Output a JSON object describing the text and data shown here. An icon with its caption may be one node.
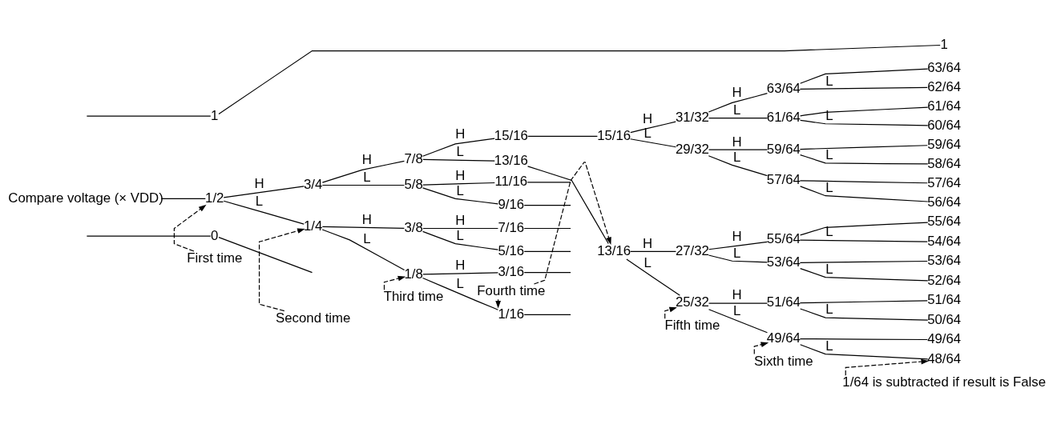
{
  "diagram": {
    "nodes": [
      {
        "text": [
          "1"
        ]
      },
      {
        "text": [
          "1"
        ]
      },
      {
        "text": [
          "Compare voltage (× VDD)"
        ]
      },
      {
        "text": [
          "1/2"
        ]
      },
      {
        "text": [
          "3/4"
        ]
      },
      {
        "text": [
          "1/4"
        ]
      },
      {
        "text": [
          "7/8"
        ]
      },
      {
        "text": [
          "5/8"
        ]
      },
      {
        "text": [
          "3/8"
        ]
      },
      {
        "text": [
          "1/8"
        ]
      },
      {
        "text": [
          "15/16"
        ]
      },
      {
        "text": [
          "13/16"
        ]
      },
      {
        "text": [
          "11/16"
        ]
      },
      {
        "text": [
          "9/16"
        ]
      },
      {
        "text": [
          "7/16"
        ]
      },
      {
        "text": [
          "5/16"
        ]
      },
      {
        "text": [
          "3/16"
        ]
      },
      {
        "text": [
          "1/16"
        ]
      },
      {
        "text": [
          "0"
        ]
      },
      {
        "text": [
          "15/16"
        ]
      },
      {
        "text": [
          "13/16"
        ]
      },
      {
        "text": [
          "31/32"
        ]
      },
      {
        "text": [
          "29/32"
        ]
      },
      {
        "text": [
          "27/32"
        ]
      },
      {
        "text": [
          "25/32"
        ]
      },
      {
        "text": [
          "63/64"
        ]
      },
      {
        "text": [
          "61/64"
        ]
      },
      {
        "text": [
          "59/64"
        ]
      },
      {
        "text": [
          "57/64"
        ]
      },
      {
        "text": [
          "55/64"
        ]
      },
      {
        "text": [
          "53/64"
        ]
      },
      {
        "text": [
          "51/64"
        ]
      },
      {
        "text": [
          "49/64"
        ]
      },
      {
        "text": [
          "63/64"
        ]
      },
      {
        "text": [
          "62/64"
        ]
      },
      {
        "text": [
          "61/64"
        ]
      },
      {
        "text": [
          "60/64"
        ]
      },
      {
        "text": [
          "59/64"
        ]
      },
      {
        "text": [
          "58/64"
        ]
      },
      {
        "text": [
          "57/64"
        ]
      },
      {
        "text": [
          "56/64"
        ]
      },
      {
        "text": [
          "55/64"
        ]
      },
      {
        "text": [
          "54/64"
        ]
      },
      {
        "text": [
          "53/64"
        ]
      },
      {
        "text": [
          "52/64"
        ]
      },
      {
        "text": [
          "51/64"
        ]
      },
      {
        "text": [
          "50/64"
        ]
      },
      {
        "text": [
          "49/64"
        ]
      },
      {
        "text": [
          "48/64"
        ]
      },
      {
        "text": [
          "First time"
        ]
      },
      {
        "text": [
          "Second time"
        ]
      },
      {
        "text": [
          "Third time"
        ]
      },
      {
        "text": [
          "Fourth time"
        ]
      },
      {
        "text": [
          "Fifth time"
        ]
      },
      {
        "text": [
          "Sixth time"
        ]
      },
      {
        "text": [
          "1/64 is subtracted if result is False"
        ]
      }
    ],
    "edges": [
      {
        "from": null,
        "to": 0,
        "arrow": "none"
      },
      {
        "from": 0,
        "to": 1,
        "arrow": "none"
      },
      {
        "from": 2,
        "to": 3,
        "arrow": "none"
      },
      {
        "from": 3,
        "to": 4,
        "arrow": "none",
        "label": "H"
      },
      {
        "from": 3,
        "to": 5,
        "arrow": "none",
        "label": "L"
      },
      {
        "from": 4,
        "to": 6,
        "arrow": "none",
        "label": "H"
      },
      {
        "from": 4,
        "to": 7,
        "arrow": "none",
        "label": "L"
      },
      {
        "from": 5,
        "to": 8,
        "arrow": "none",
        "label": "H"
      },
      {
        "from": 5,
        "to": 9,
        "arrow": "none",
        "label": "L"
      },
      {
        "from": 6,
        "to": 10,
        "arrow": "none",
        "label": "H"
      },
      {
        "from": 6,
        "to": 11,
        "arrow": "none",
        "label": "L"
      },
      {
        "from": 7,
        "to": 12,
        "arrow": "none",
        "label": "H"
      },
      {
        "from": 7,
        "to": 13,
        "arrow": "none",
        "label": "L"
      },
      {
        "from": 8,
        "to": 14,
        "arrow": "none",
        "label": "H"
      },
      {
        "from": 8,
        "to": 15,
        "arrow": "none",
        "label": "L"
      },
      {
        "from": 9,
        "to": 16,
        "arrow": "none",
        "label": "H"
      },
      {
        "from": 9,
        "to": 17,
        "arrow": "none",
        "label": "L"
      },
      {
        "from": 12,
        "to": null,
        "arrow": "none"
      },
      {
        "from": 13,
        "to": null,
        "arrow": "none"
      },
      {
        "from": 14,
        "to": null,
        "arrow": "none"
      },
      {
        "from": 15,
        "to": null,
        "arrow": "none"
      },
      {
        "from": 16,
        "to": null,
        "arrow": "none"
      },
      {
        "from": 17,
        "to": null,
        "arrow": "none"
      },
      {
        "from": null,
        "to": 18,
        "arrow": "none"
      },
      {
        "from": 18,
        "to": null,
        "arrow": "none"
      },
      {
        "from": 10,
        "to": 19,
        "arrow": "none"
      },
      {
        "from": 11,
        "to": 20,
        "arrow": "none"
      },
      {
        "from": 19,
        "to": 21,
        "arrow": "none",
        "label": "H"
      },
      {
        "from": 19,
        "to": 22,
        "arrow": "none",
        "label": "L"
      },
      {
        "from": 20,
        "to": 23,
        "arrow": "none",
        "label": "H"
      },
      {
        "from": 20,
        "to": 24,
        "arrow": "none",
        "label": "L"
      },
      {
        "from": 21,
        "to": 25,
        "arrow": "none",
        "label": "H"
      },
      {
        "from": 21,
        "to": 26,
        "arrow": "none",
        "label": "L"
      },
      {
        "from": 22,
        "to": 27,
        "arrow": "none",
        "label": "H"
      },
      {
        "from": 22,
        "to": 28,
        "arrow": "none",
        "label": "L"
      },
      {
        "from": 23,
        "to": 29,
        "arrow": "none",
        "label": "H"
      },
      {
        "from": 23,
        "to": 30,
        "arrow": "none",
        "label": "L"
      },
      {
        "from": 24,
        "to": 31,
        "arrow": "none",
        "label": "H"
      },
      {
        "from": 24,
        "to": 32,
        "arrow": "none",
        "label": "L"
      },
      {
        "from": 25,
        "to": 33,
        "arrow": "none"
      },
      {
        "from": 25,
        "to": 34,
        "arrow": "none",
        "label": "L"
      },
      {
        "from": 26,
        "to": 35,
        "arrow": "none"
      },
      {
        "from": 26,
        "to": 36,
        "arrow": "none",
        "label": "L"
      },
      {
        "from": 27,
        "to": 37,
        "arrow": "none"
      },
      {
        "from": 27,
        "to": 38,
        "arrow": "none",
        "label": "L"
      },
      {
        "from": 28,
        "to": 39,
        "arrow": "none"
      },
      {
        "from": 28,
        "to": 40,
        "arrow": "none",
        "label": "L"
      },
      {
        "from": 29,
        "to": 41,
        "arrow": "none"
      },
      {
        "from": 29,
        "to": 42,
        "arrow": "none",
        "label": "L"
      },
      {
        "from": 30,
        "to": 43,
        "arrow": "none"
      },
      {
        "from": 30,
        "to": 44,
        "arrow": "none",
        "label": "L"
      },
      {
        "from": 31,
        "to": 45,
        "arrow": "none"
      },
      {
        "from": 31,
        "to": 46,
        "arrow": "none",
        "label": "L"
      },
      {
        "from": 32,
        "to": 47,
        "arrow": "none"
      },
      {
        "from": 32,
        "to": 48,
        "arrow": "none",
        "label": "L"
      },
      {
        "from": 49,
        "to": 3,
        "arrow": "to",
        "style": "dashed"
      },
      {
        "from": 50,
        "to": 5,
        "arrow": "to",
        "style": "dashed"
      },
      {
        "from": 51,
        "to": 9,
        "arrow": "to",
        "style": "dashed"
      },
      {
        "from": 52,
        "to": 17,
        "arrow": "to",
        "style": "dashed"
      },
      {
        "from": 52,
        "to": 20,
        "arrow": "to",
        "style": "dashed"
      },
      {
        "from": 53,
        "to": 24,
        "arrow": "to",
        "style": "dashed"
      },
      {
        "from": 54,
        "to": 32,
        "arrow": "to",
        "style": "dashed"
      },
      {
        "from": 55,
        "to": 48,
        "arrow": "to",
        "style": "dashed"
      }
    ]
  }
}
